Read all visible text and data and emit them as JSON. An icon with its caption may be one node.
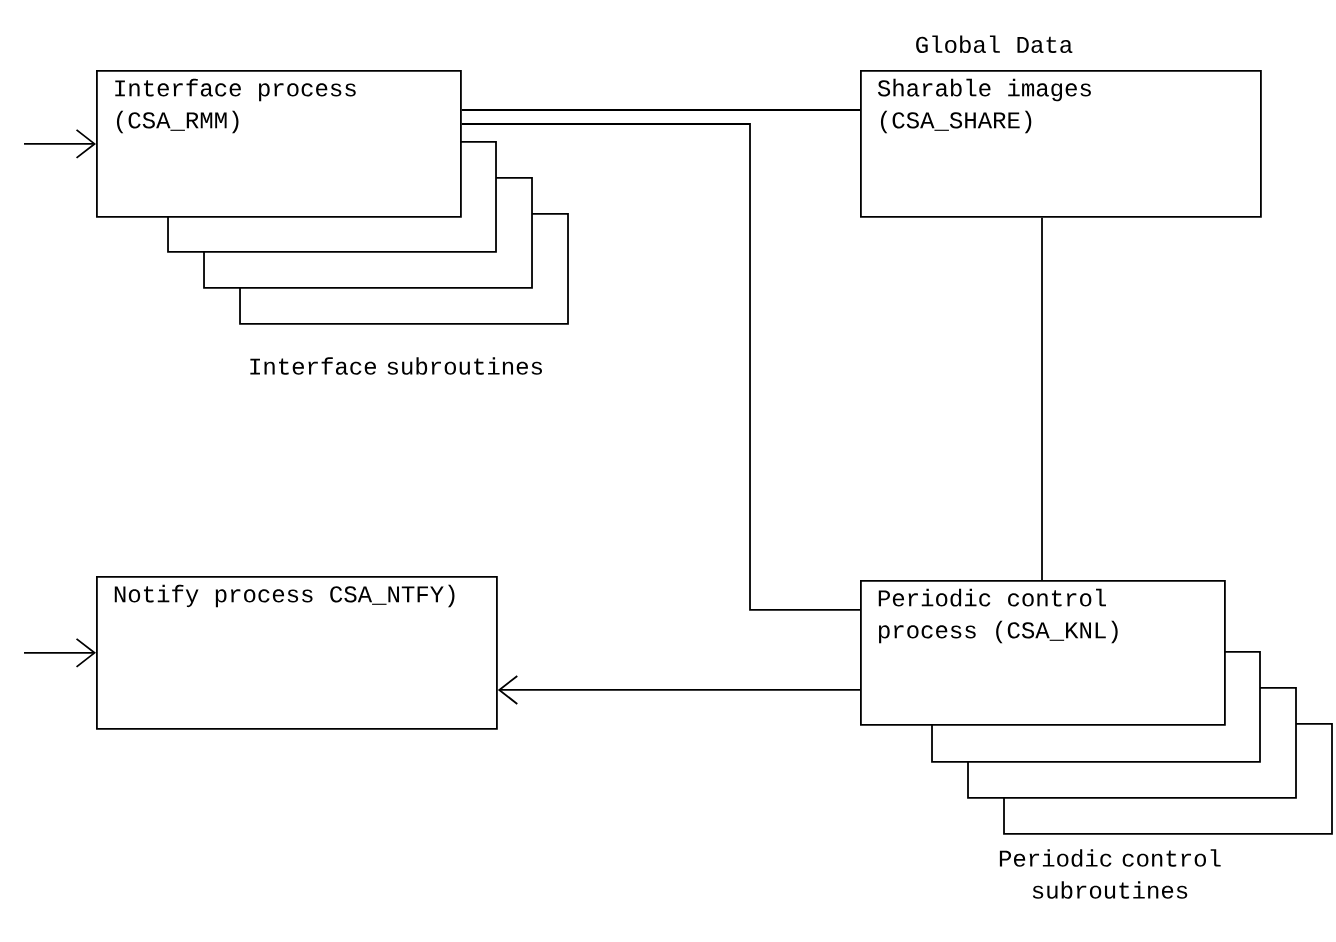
{
  "diagram": {
    "nodes": [
      {
        "text": [
          "Interface process (CSA_RMM)"
        ]
      },
      {
        "text": [
          "Global Data",
          "Sharable images (CSA_SHARE)"
        ]
      },
      {
        "text": [
          "Notify process CSA_NTFY)"
        ]
      },
      {
        "text": [
          "Periodic control process (CSA_KNL)"
        ]
      }
    ],
    "labels": [
      "Interface subroutines",
      "Periodic control subroutines"
    ],
    "edges": [
      {
        "from": null,
        "to": 0,
        "arrow": "to"
      },
      {
        "from": null,
        "to": 2,
        "arrow": "to"
      },
      {
        "from": 0,
        "to": 1,
        "arrow": "none"
      },
      {
        "from": 0,
        "to": 3,
        "arrow": "none"
      },
      {
        "from": 1,
        "to": 3,
        "arrow": "none"
      },
      {
        "from": 3,
        "to": 2,
        "arrow": "to"
      }
    ]
  }
}
